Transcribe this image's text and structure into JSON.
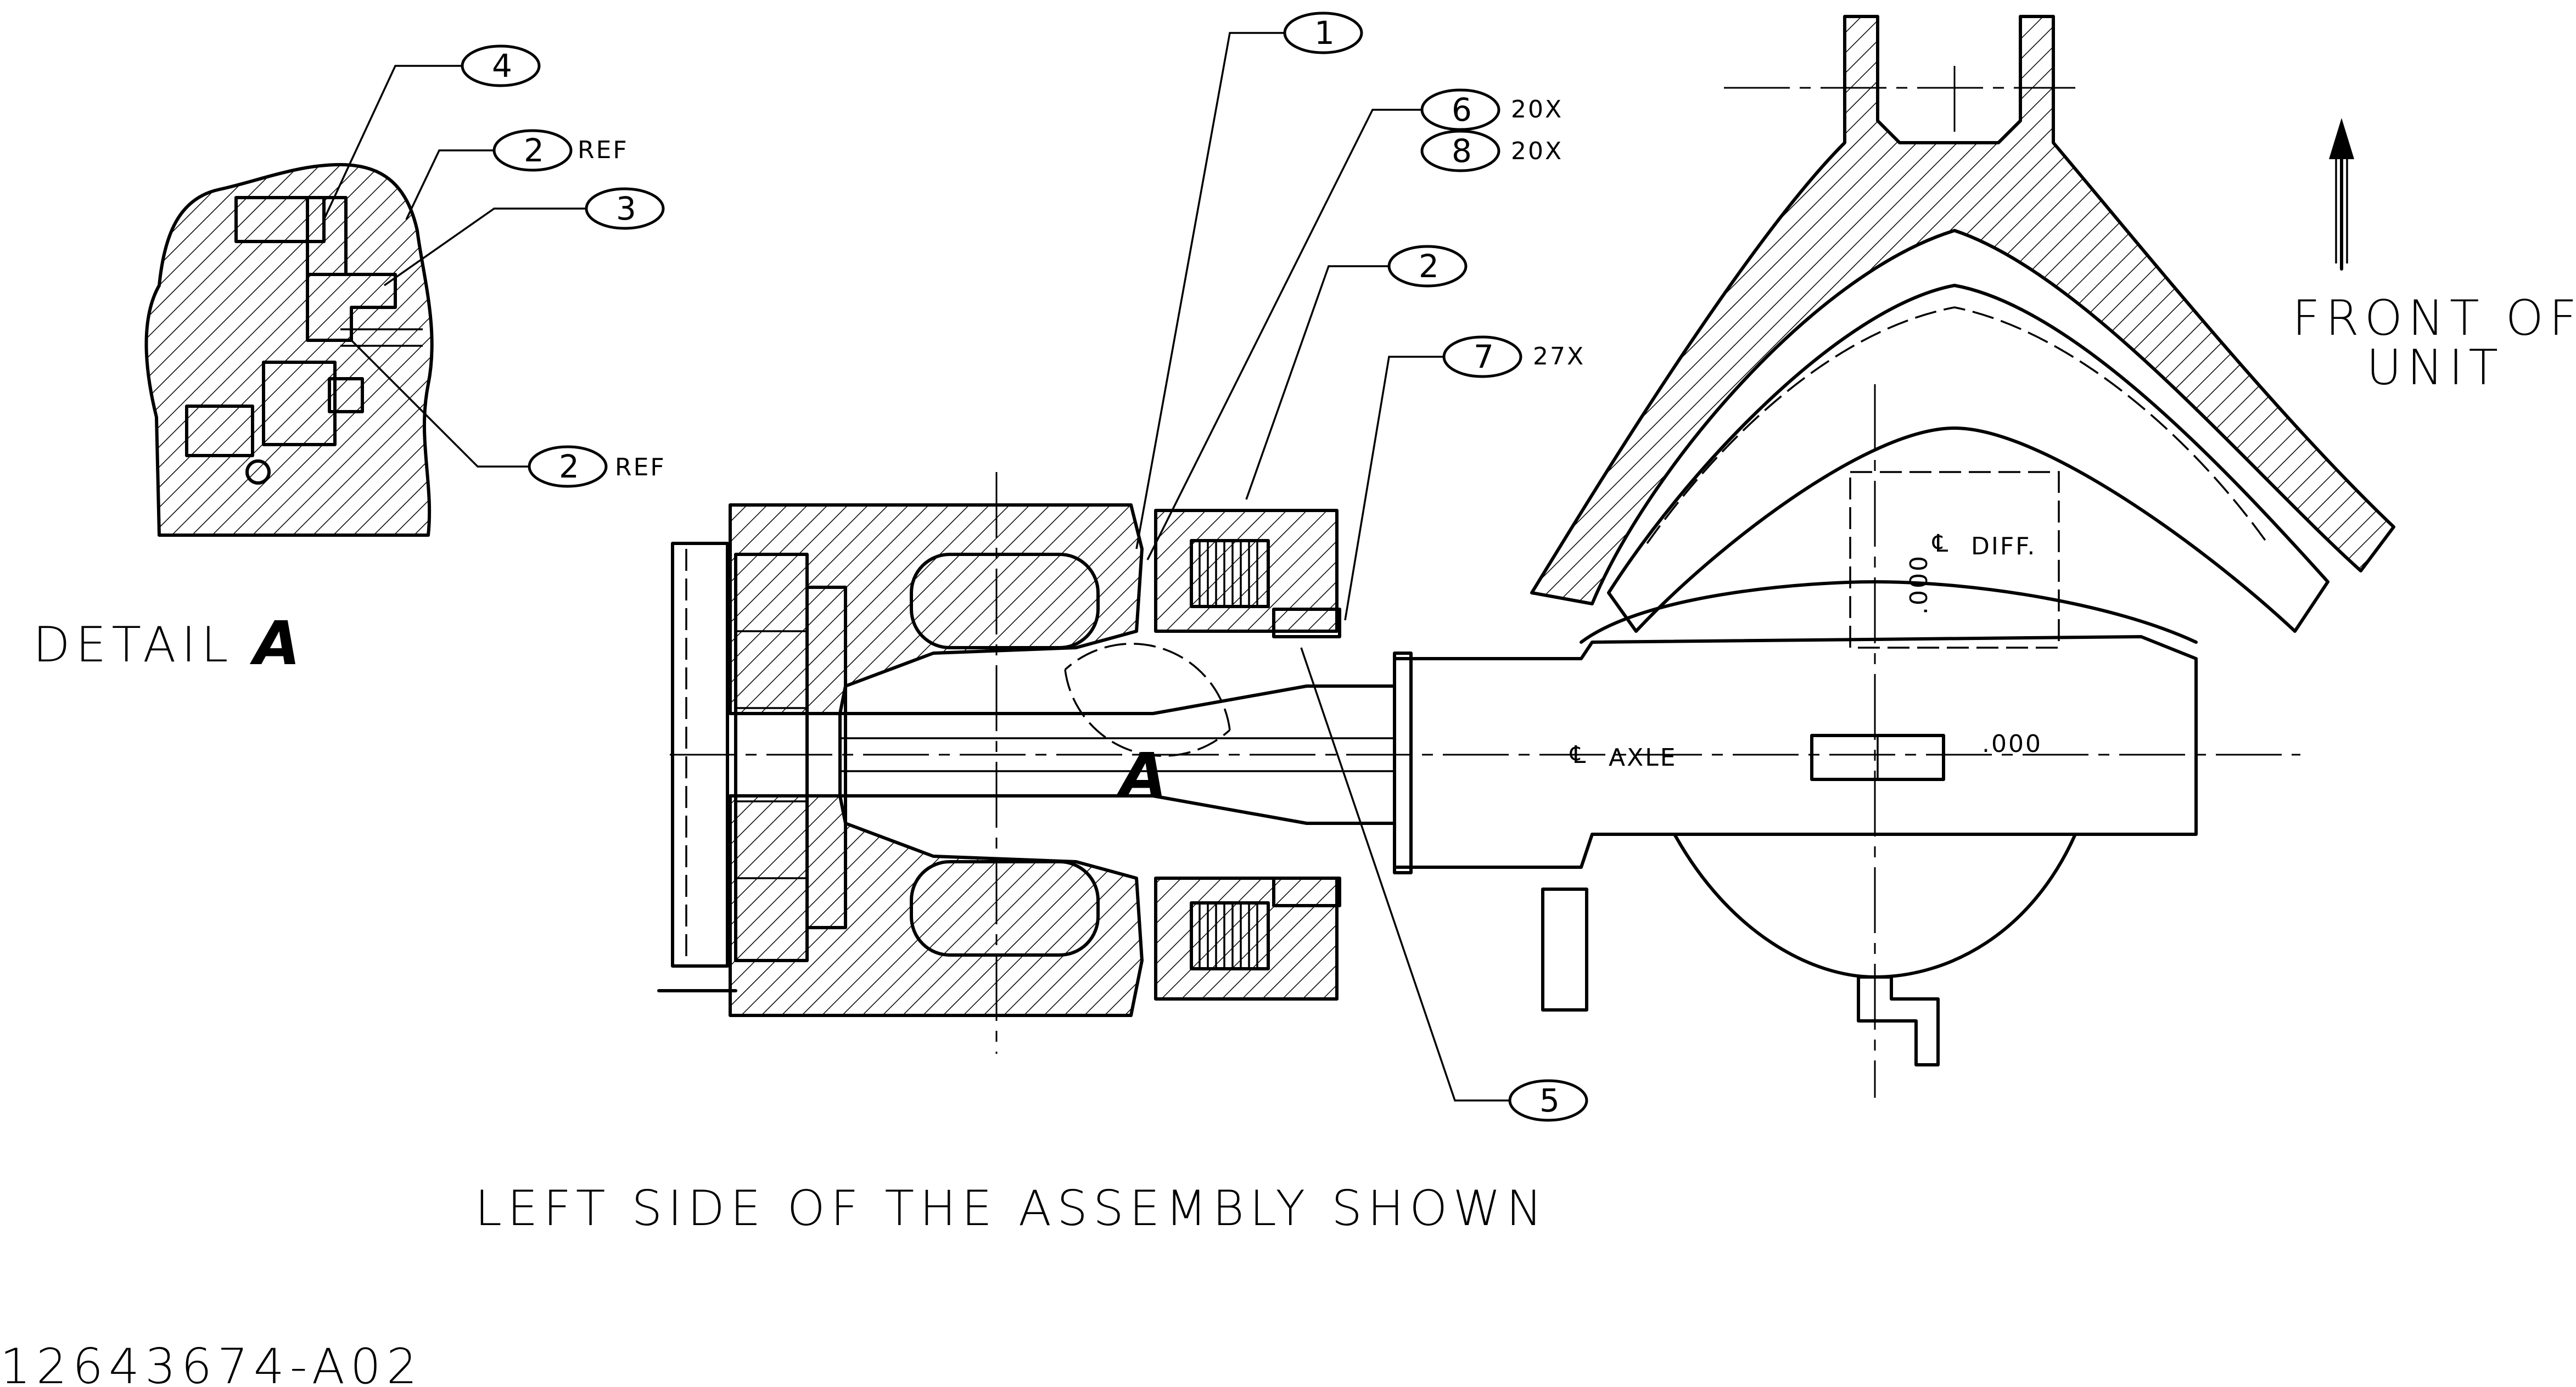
{
  "callouts": {
    "c1": "1",
    "c2": "2",
    "c3": "3",
    "c4": "4",
    "c5": "5",
    "c6": "6",
    "c7": "7",
    "c8": "8",
    "c2_ref_top": "2",
    "c2_ref_bottom": "2",
    "qty_6": "20X",
    "qty_8": "20X",
    "qty_7": "27X",
    "ref_top": "REF",
    "ref_bottom": "REF"
  },
  "labels": {
    "detail_word": "DETAIL",
    "detail_letter": "A",
    "section_letter": "A",
    "front_line1": "FRONT OF",
    "front_line2": "UNIT",
    "diff_label": "DIFF.",
    "axle_label": "AXLE",
    "dim_diff": ".000",
    "dim_axle": ".000",
    "view_caption": "LEFT SIDE OF THE ASSEMBLY SHOWN",
    "drawing_number": "12643674-A02"
  }
}
